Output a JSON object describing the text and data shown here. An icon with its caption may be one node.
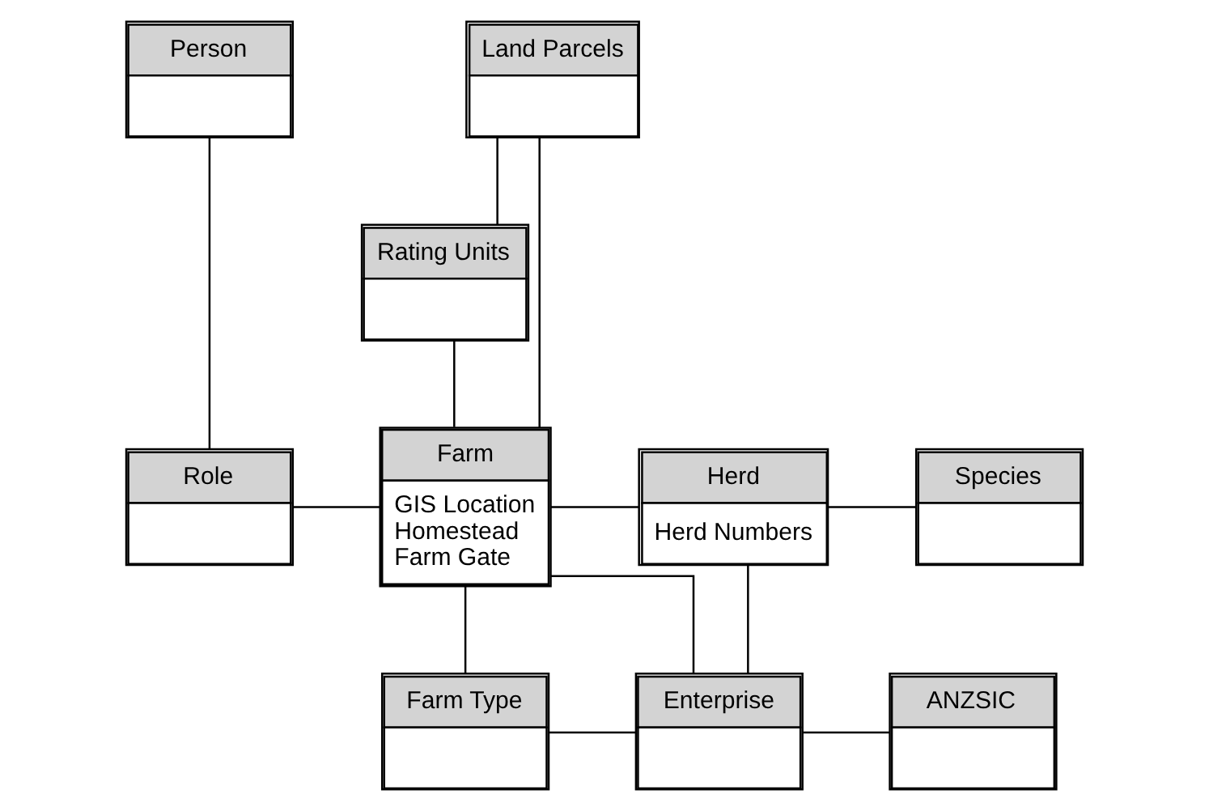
{
  "diagram": {
    "nodes": [
      {
        "text": [
          "Land Parcels"
        ]
      },
      {
        "text": [
          "Person"
        ]
      },
      {
        "text": [
          "Rating Units"
        ]
      },
      {
        "text": [
          "Farm",
          "GIS Location",
          "Homestead",
          "Farm Gate"
        ]
      },
      {
        "text": [
          "Role"
        ]
      },
      {
        "text": [
          "Herd",
          "Herd Numbers"
        ]
      },
      {
        "text": [
          "Species"
        ]
      },
      {
        "text": [
          "Farm Type"
        ]
      },
      {
        "text": [
          "Enterprise"
        ]
      },
      {
        "text": [
          "ANZSIC"
        ]
      }
    ],
    "edges": [
      {
        "from": 0,
        "to": 2,
        "arrow": "none"
      },
      {
        "from": 0,
        "to": 3,
        "arrow": "none"
      },
      {
        "from": 2,
        "to": 3,
        "arrow": "none"
      },
      {
        "from": 1,
        "to": 4,
        "arrow": "none"
      },
      {
        "from": 4,
        "to": 3,
        "arrow": "none"
      },
      {
        "from": 3,
        "to": 5,
        "arrow": "none"
      },
      {
        "from": 5,
        "to": 6,
        "arrow": "none"
      },
      {
        "from": 3,
        "to": 7,
        "arrow": "none"
      },
      {
        "from": 3,
        "to": 8,
        "arrow": "none"
      },
      {
        "from": 5,
        "to": 8,
        "arrow": "none"
      },
      {
        "from": 7,
        "to": 8,
        "arrow": "none"
      },
      {
        "from": 8,
        "to": 9,
        "arrow": "none"
      }
    ]
  }
}
